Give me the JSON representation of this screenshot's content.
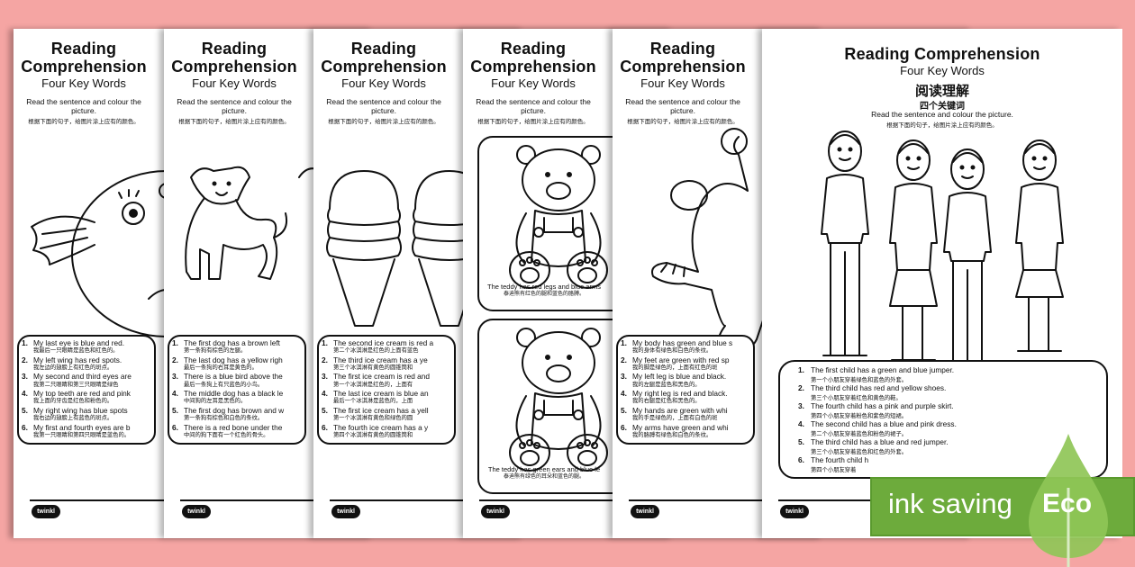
{
  "sheets": [
    {
      "title": "Reading Comprehension",
      "subtitle": "Four Key Words",
      "instruction": "Read the sentence and colour the picture.",
      "instruction_cn": "根据下面的句子，给图片涂上应有的颜色。",
      "picture": "bird",
      "sentences": [
        {
          "en": "My last eye is blue and red.",
          "cn": "我最后一只眼睛是蓝色和红色的。"
        },
        {
          "en": "My left wing has red spots.",
          "cn": "我左边的翅膀上有红色的斑点。"
        },
        {
          "en": "My second and third eyes are",
          "cn": "我第二只眼睛和第三只眼睛是绿色"
        },
        {
          "en": "My top teeth are red and pink",
          "cn": "我上面的牙齿是红色和粉色的。"
        },
        {
          "en": "My right wing has blue spots",
          "cn": "我右边的翅膀上有蓝色的斑点。"
        },
        {
          "en": "My first and fourth eyes are b",
          "cn": "我第一只眼睛和第四只眼睛是蓝色的。"
        }
      ],
      "logo": "twinkl"
    },
    {
      "title": "Reading Comprehension",
      "subtitle": "Four Key Words",
      "instruction": "Read the sentence and colour the picture.",
      "instruction_cn": "根据下面的句子，给图片涂上应有的颜色。",
      "picture": "dogs",
      "sentences": [
        {
          "en": "The first dog has a brown left",
          "cn": "第一条狗有棕色的左腿。"
        },
        {
          "en": "The last dog has a yellow righ",
          "cn": "最后一条狗的右耳是黄色的。"
        },
        {
          "en": "There is a blue bird above the",
          "cn": "最后一条狗上有只蓝色的小鸟。"
        },
        {
          "en": "The middle dog has a black le",
          "cn": "中间狗的左耳是黑色的。"
        },
        {
          "en": "The first dog has brown and w",
          "cn": "第一条狗有棕色和白色的条纹。"
        },
        {
          "en": "There is a red bone under the",
          "cn": "中间的狗下面有一个红色的骨头。"
        }
      ],
      "logo": "twinkl"
    },
    {
      "title": "Reading Comprehension",
      "subtitle": "Four Key Words",
      "instruction": "Read the sentence and colour the picture.",
      "instruction_cn": "根据下面的句子，给图片涂上应有的颜色。",
      "picture": "icecream",
      "sentences": [
        {
          "en": "The second ice cream is red a",
          "cn": "第二个冰淇淋是红色的上面有蓝色"
        },
        {
          "en": "The third ice cream has a ye",
          "cn": "第三个冰淇淋有黄色的圆锥筒和"
        },
        {
          "en": "The first ice cream is red and",
          "cn": "第一个冰淇淋是红色的，上面有"
        },
        {
          "en": "The last ice cream is blue an",
          "cn": "最后一个冰淇淋是蓝色的，上面"
        },
        {
          "en": "The first ice cream has a yell",
          "cn": "第一个冰淇淋有黄色和绿色的圆"
        },
        {
          "en": "The fourth ice cream has a y",
          "cn": "第四个冰淇淋有黄色的圆锥筒和"
        }
      ],
      "logo": "twinkl"
    },
    {
      "title": "Reading Comprehension",
      "subtitle": "Four Key Words",
      "instruction": "Read the sentence and colour the picture.",
      "instruction_cn": "根据下面的句子，给图片涂上应有的颜色。",
      "picture": "teddy",
      "captions": [
        {
          "en": "The teddy has red legs and blue arms",
          "cn": "泰迪熊有红色的腿和蓝色的胳膊。"
        },
        {
          "en": "The teddy has green ears and blue le",
          "cn": "泰迪熊有绿色的耳朵和蓝色的腿。"
        }
      ],
      "sentences": [],
      "logo": "twinkl"
    },
    {
      "title": "Reading Comprehension",
      "subtitle": "Four Key Words",
      "instruction": "Read the sentence and colour the picture.",
      "instruction_cn": "根据下面的句子，给图片涂上应有的颜色。",
      "picture": "monster",
      "sentences": [
        {
          "en": "My body has green and blue s",
          "cn": "我的身体有绿色和白色的条纹。"
        },
        {
          "en": "My feet are green with red sp",
          "cn": "我的脚是绿色的，上面有红色的斑"
        },
        {
          "en": "My left leg is blue and black.",
          "cn": "我的左腿是蓝色和黑色的。"
        },
        {
          "en": "My right leg is red and black.",
          "cn": "我的右腿是红色和黑色的。"
        },
        {
          "en": "My hands are green with whi",
          "cn": "我的手是绿色的，上面有白色的斑"
        },
        {
          "en": "My arms have green and whi",
          "cn": "我的胳膊有绿色和白色的条纹。"
        }
      ],
      "logo": "twinkl"
    },
    {
      "title": "Reading Comprehension",
      "subtitle": "Four Key Words",
      "title_cn": "阅读理解",
      "subtitle_cn": "四个关键词",
      "instruction": "Read the sentence and colour the picture.",
      "instruction_cn": "根据下面的句子，给图片涂上应有的颜色。",
      "picture": "children",
      "sentences": [
        {
          "en": "The first child has a green and blue jumper.",
          "cn": "第一个小朋友穿着绿色和蓝色的外套。"
        },
        {
          "en": "The third child has red and yellow shoes.",
          "cn": "第三个小朋友穿着红色和黄色的鞋。"
        },
        {
          "en": "The fourth child has a pink and purple skirt.",
          "cn": "第四个小朋友穿着粉色和紫色的短裙。"
        },
        {
          "en": "The second child has a blue and pink dress.",
          "cn": "第二个小朋友穿着蓝色和粉色的裙子。"
        },
        {
          "en": "The third child has a blue and red jumper.",
          "cn": "第三个小朋友穿着蓝色和红色的外套。"
        },
        {
          "en": "The fourth child h",
          "cn": "第四个小朋友穿着"
        }
      ],
      "logo": "twinkl"
    }
  ],
  "badge": {
    "text": "ink saving",
    "label": "Eco",
    "color": "#6dab3c",
    "drop_color": "#8fc657"
  },
  "colors": {
    "background": "#f5a5a3"
  }
}
